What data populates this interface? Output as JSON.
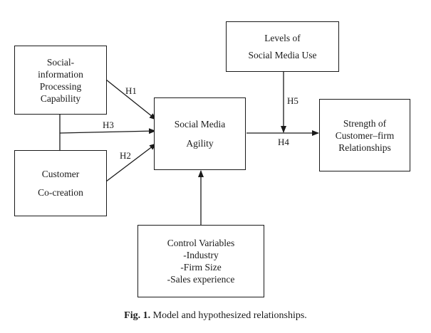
{
  "nodes": {
    "social_info": [
      "Social-",
      "information",
      "Processing",
      "Capability"
    ],
    "customer_cocreation": [
      "Customer",
      "Co-creation"
    ],
    "social_media_agility": [
      "Social Media",
      "Agility"
    ],
    "levels_of_use": [
      "Levels of",
      "Social Media Use"
    ],
    "relationship_strength": [
      "Strength of",
      "Customer–firm",
      "Relationships"
    ],
    "control_variables": [
      "Control Variables",
      "-Industry",
      "-Firm Size",
      "-Sales experience"
    ]
  },
  "hypotheses": {
    "h1": "H1",
    "h2": "H2",
    "h3": "H3",
    "h4": "H4",
    "h5": "H5"
  },
  "caption": {
    "label": "Fig. 1.",
    "text": "Model and hypothesized relationships."
  }
}
